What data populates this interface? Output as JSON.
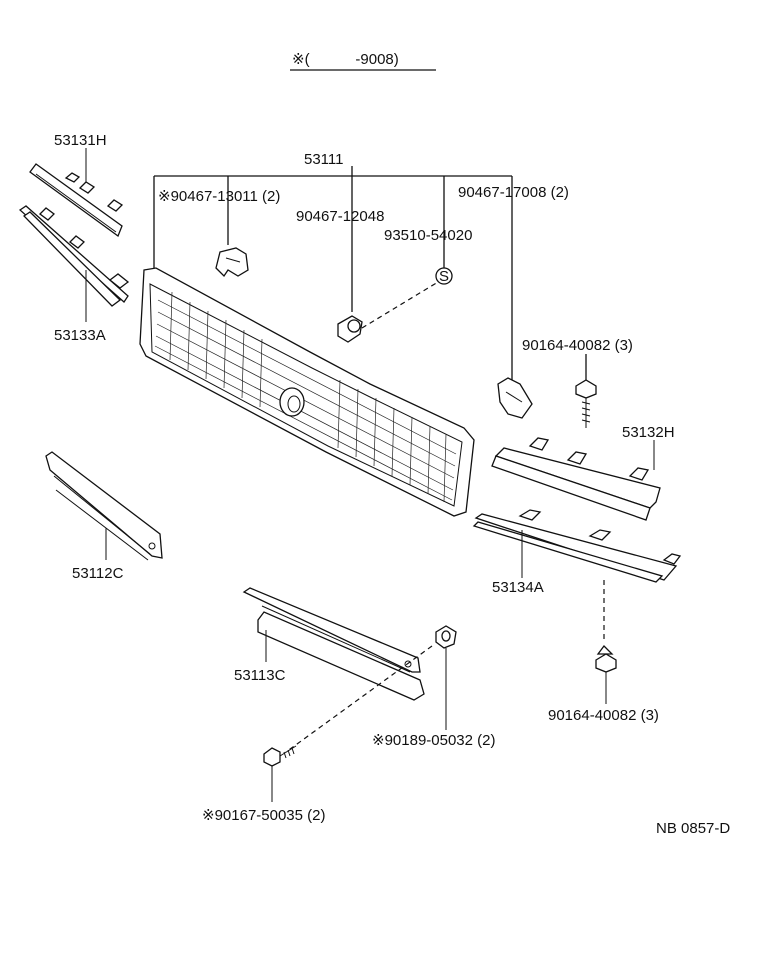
{
  "header": "※(           -9008)",
  "labels": {
    "p53131H": "53131H",
    "p53133A": "53133A",
    "p53111": "53111",
    "p90467_13011": "※90467-13011 (2)",
    "p90467_12048": "90467-12048",
    "p93510_54020": "93510-54020",
    "p90467_17008": "90467-17008 (2)",
    "p90164_40082_a": "90164-40082 (3)",
    "p53132H": "53132H",
    "p53112C": "53112C",
    "p53134A": "53134A",
    "p53113C": "53113C",
    "p90189_05032": "※90189-05032 (2)",
    "p90164_40082_b": "90164-40082 (3)",
    "p90167_50035": "※90167-50035 (2)",
    "stamp": "S"
  },
  "figure_code": "NB 0857-D"
}
